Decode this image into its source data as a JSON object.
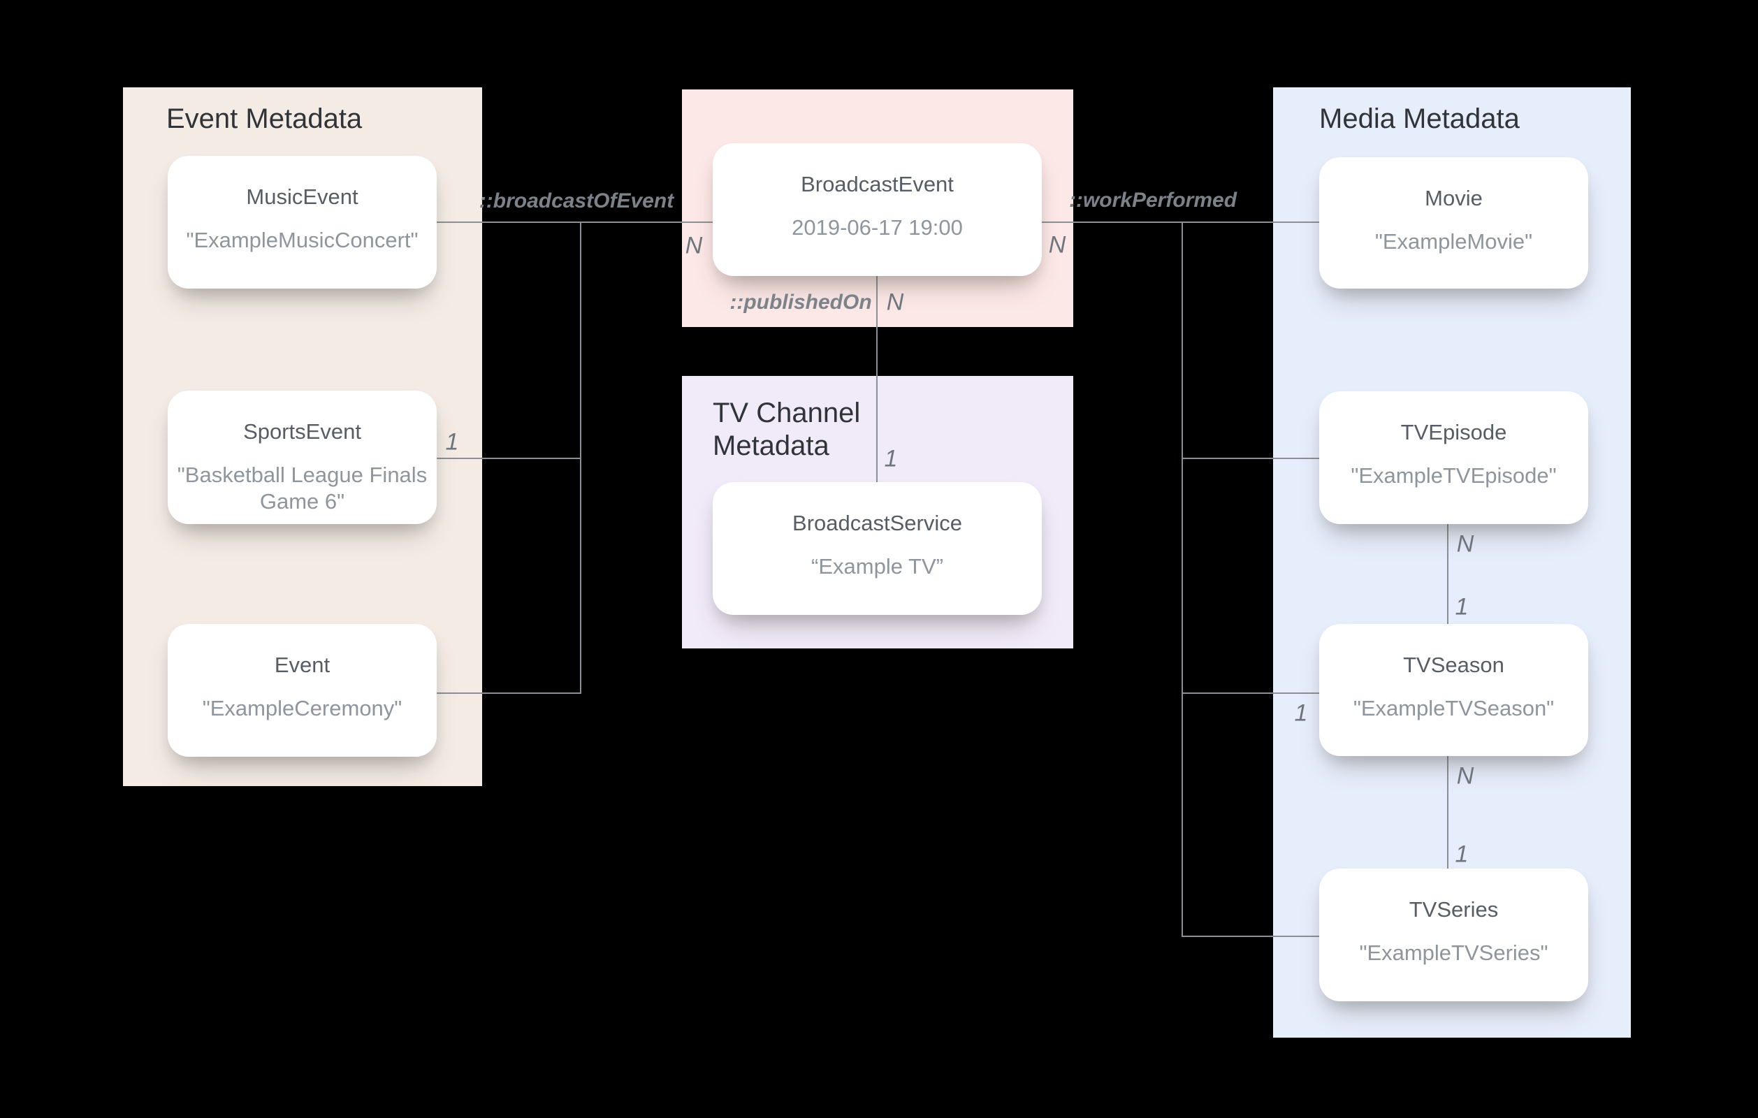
{
  "panels": {
    "event_metadata": {
      "title": "Event Metadata"
    },
    "tv_channel_metadata": {
      "title": "TV Channel Metadata"
    },
    "media_metadata": {
      "title": "Media Metadata"
    }
  },
  "nodes": {
    "music_event": {
      "title": "MusicEvent",
      "value": "\"ExampleMusicConcert\""
    },
    "sports_event": {
      "title": "SportsEvent",
      "value": "\"Basketball League Finals Game 6\""
    },
    "event": {
      "title": "Event",
      "value": "\"ExampleCeremony\""
    },
    "broadcast_event": {
      "title": "BroadcastEvent",
      "value": "2019-06-17 19:00"
    },
    "broadcast_service": {
      "title": "BroadcastService",
      "value": "“Example TV”"
    },
    "movie": {
      "title": "Movie",
      "value": "\"ExampleMovie\""
    },
    "tv_episode": {
      "title": "TVEpisode",
      "value": "\"ExampleTVEpisode\""
    },
    "tv_season": {
      "title": "TVSeason",
      "value": "\"ExampleTVSeason\""
    },
    "tv_series": {
      "title": "TVSeries",
      "value": "\"ExampleTVSeries\""
    }
  },
  "relations": {
    "broadcast_of_event": "::broadcastOfEvent",
    "published_on": "::publishedOn",
    "work_performed": "::workPerformed"
  },
  "cardinalities": {
    "broadcast_of_event_n": "N",
    "sports_event_1": "1",
    "published_on_n": "N",
    "published_on_1": "1",
    "work_performed_n": "N",
    "tv_season_1": "1",
    "episode_season_n": "N",
    "episode_season_1": "1",
    "season_series_n": "N",
    "season_series_1": "1"
  },
  "colors": {
    "background": "#000000",
    "panel_event": "#f4ebe5",
    "panel_broadcast": "#fce8e6",
    "panel_tv_channel": "#f1eaf9",
    "panel_media": "#e6edfb",
    "card_bg": "#ffffff",
    "line": "#8b9096",
    "panel_title": "#303338",
    "card_title": "#575d64",
    "card_value": "#8e959c",
    "relation_label": "#7c8289",
    "multiplicity": "#6f757c"
  }
}
